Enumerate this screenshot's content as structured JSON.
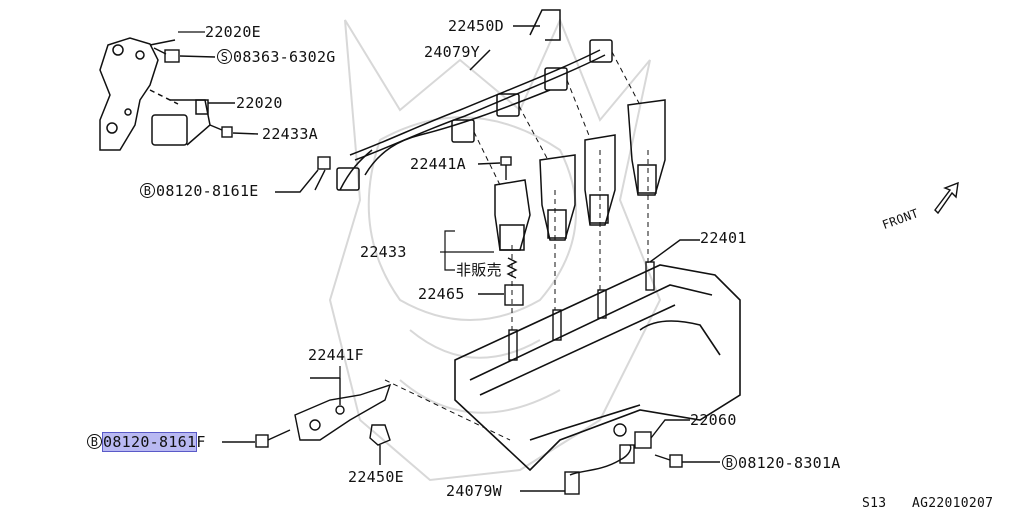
{
  "labels": {
    "p22020E": "22020E",
    "s08363": "08363-6302G",
    "p22020": "22020",
    "p22433A": "22433A",
    "b08120E": "08120-8161E",
    "p22450D": "22450D",
    "p24079Y": "24079Y",
    "p22441A": "22441A",
    "p22433": "22433",
    "hihanbai": "非販売",
    "p22465": "22465",
    "p22401": "22401",
    "p22441F": "22441F",
    "b08120F_num": "08120-8161",
    "b08120F_suffix": "F",
    "p22450E": "22450E",
    "p22060": "22060",
    "b08120A": "08120-8301A",
    "p24079W": "24079W",
    "front": "FRONT",
    "model": "S13",
    "diagram_id": "AG22010207"
  },
  "symbols": {
    "bolt_marker": "B",
    "screw_marker": "S"
  },
  "colors": {
    "highlight": "#b9b9f2",
    "line": "#111111",
    "watermark": "#d4d4d4"
  }
}
